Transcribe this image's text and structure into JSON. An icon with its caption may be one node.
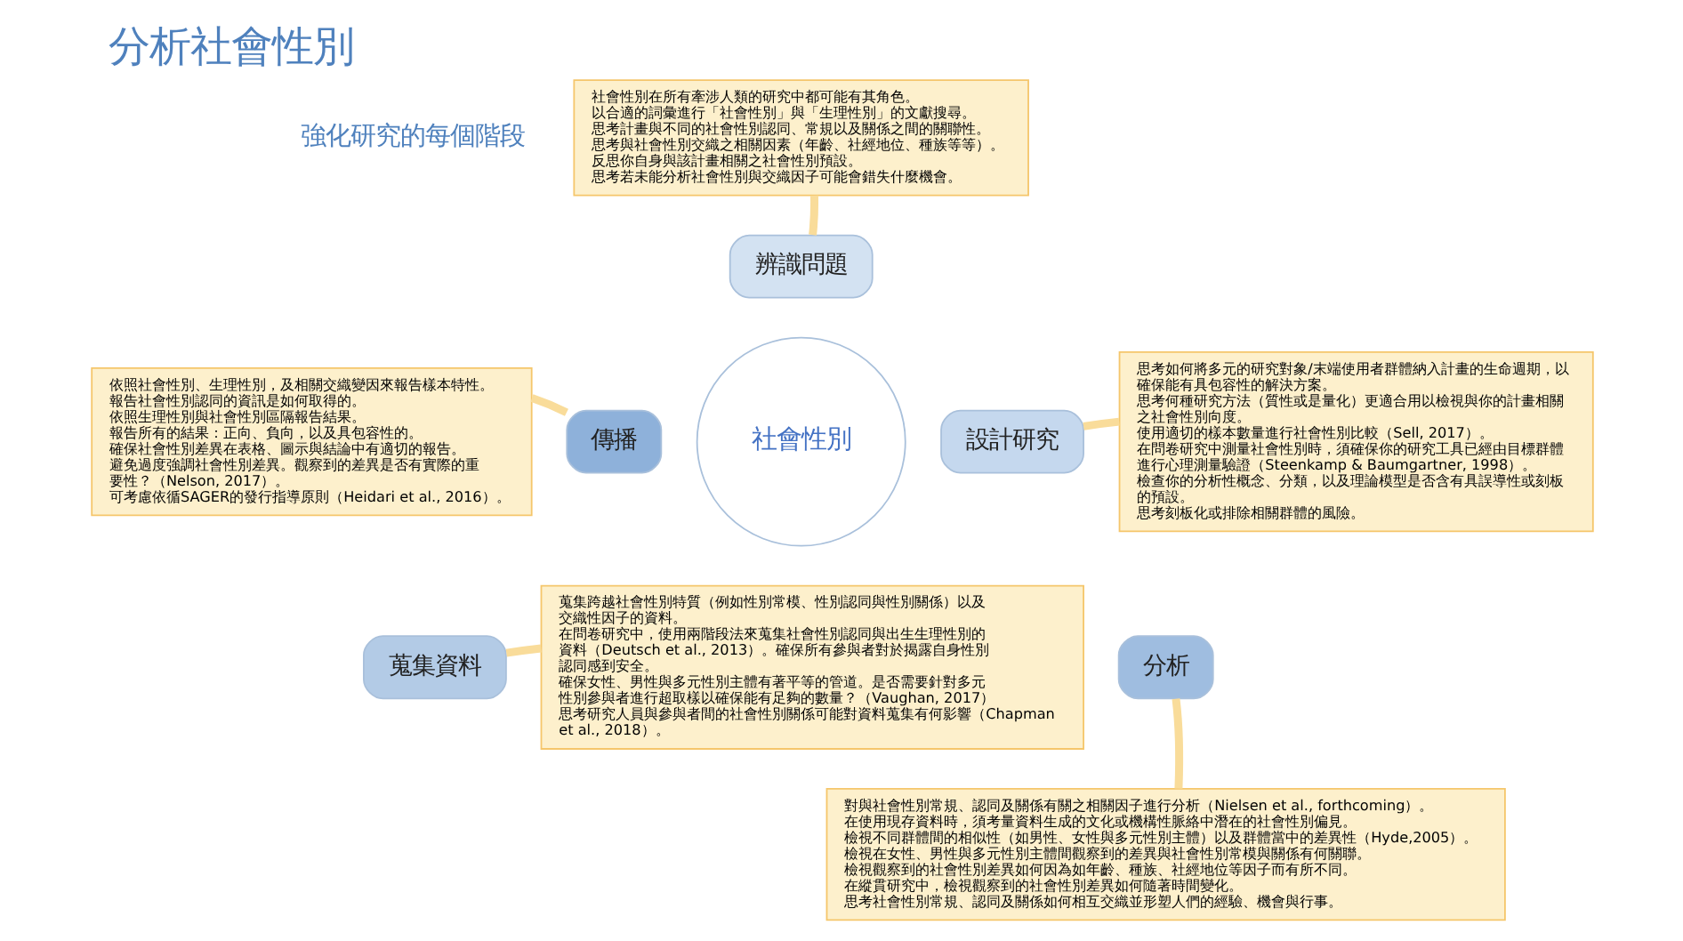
{
  "diagram": {
    "title": "分析社會性別",
    "nodes": [
      {
        "text": [
          "社會性別"
        ]
      },
      {
        "text": [
          "辨識問題"
        ]
      },
      {
        "text": [
          "設計研究"
        ]
      },
      {
        "text": [
          "蒐集資料"
        ]
      },
      {
        "text": [
          "分析"
        ]
      },
      {
        "text": [
          "傳播"
        ]
      },
      {
        "text": [
          "社會性別在所有牽涉人類的研究中都可能有其角色。",
          "以合適的詞彙進行「社會性別」與「生理性別」的文獻搜尋。",
          "思考計畫與不同的社會性別認同、常規以及關係之間的關聯性。",
          "思考與社會性別交織之相關因素（年齡、社經地位、種族等等）。",
          "反思你自身與該計畫相關之社會性別預設。",
          "思考若未能分析社會性別與交織因子可能會錯失什麼機會。"
        ]
      },
      {
        "text": [
          "思考如何將多元的研究對象/末端使用者群體納入計畫的生命週期，以確保能有具包容性的解決方案。",
          "思考何種研究方法（質性或是量化）更適合用以檢視與你的計畫相關之社會性別向度。",
          "使用適切的樣本數量進行社會性別比較（Sell, 2017）。",
          "在問卷研究中測量社會性別時，須確保你的研究工具已經由目標群體進行心理測量驗證（Steenkamp & Baumgartner, 1998）。",
          "檢查你的分析性概念、分類，以及理論模型是否含有具誤導性或刻板的預設。",
          "思考刻板化或排除相關群體的風險。"
        ]
      },
      {
        "text": [
          "蒐集跨越社會性別特質（例如性別常模、性別認同與性別關係）以及交織性因子的資料。",
          "在問卷研究中，使用兩階段法來蒐集社會性別認同與出生生理性別的資料（Deutsch et al., 2013）。確保所有參與者對於揭露自身性別認同感到安全。",
          "確保女性、男性與多元性別主體有著平等的管道。是否需要針對多元性別參與者進行超取樣以確保能有足夠的數量？（Vaughan, 2017）",
          "思考研究人員與參與者間的社會性別關係可能對資料蒐集有何影響（Chapman et al., 2018）。"
        ]
      },
      {
        "text": [
          "對與社會性別常規、認同及關係有關之相關因子進行分析（Nielsen et al., forthcoming）。",
          "在使用現存資料時，須考量資料生成的文化或機構性脈絡中潛在的社會性別偏見。",
          "檢視不同群體間的相似性（如男性、女性與多元性別主體）以及群體當中的差異性（Hyde,2005）。",
          "檢視在女性、男性與多元性別主體間觀察到的差異與社會性別常模與關係有何關聯。",
          "檢視觀察到的社會性別差異如何因為如年齡、種族、社經地位等因子而有所不同。",
          "在縱貫研究中，檢視觀察到的社會性別差異如何隨著時間變化。",
          "思考社會性別常規、認同及關係如何相互交織並形塑人們的經驗、機會與行事。"
        ]
      },
      {
        "text": [
          "依照社會性別、生理性別，及相關交織變因來報告樣本特性。",
          "報告社會性別認同的資訊是如何取得的。",
          "依照生理性別與社會性別區隔報告結果。",
          "報告所有的結果：正向、負向，以及具包容性的。",
          "確保社會性別差異在表格、圖示與結論中有適切的報告。",
          "避免過度強調社會性別差異。觀察到的差異是否有實際的重要性？（Nelson, 2017）。",
          "可考慮依循SAGER的發行指導原則（Heidari et al., 2016）。"
        ]
      }
    ],
    "edges": [
      {
        "from": 1,
        "to": 6,
        "arrow": "none"
      },
      {
        "from": 2,
        "to": 7,
        "arrow": "none"
      },
      {
        "from": 3,
        "to": 8,
        "arrow": "none"
      },
      {
        "from": 4,
        "to": 9,
        "arrow": "none"
      },
      {
        "from": 5,
        "to": 10,
        "arrow": "none"
      }
    ],
    "labels": [
      "強化研究的每個階段"
    ]
  }
}
